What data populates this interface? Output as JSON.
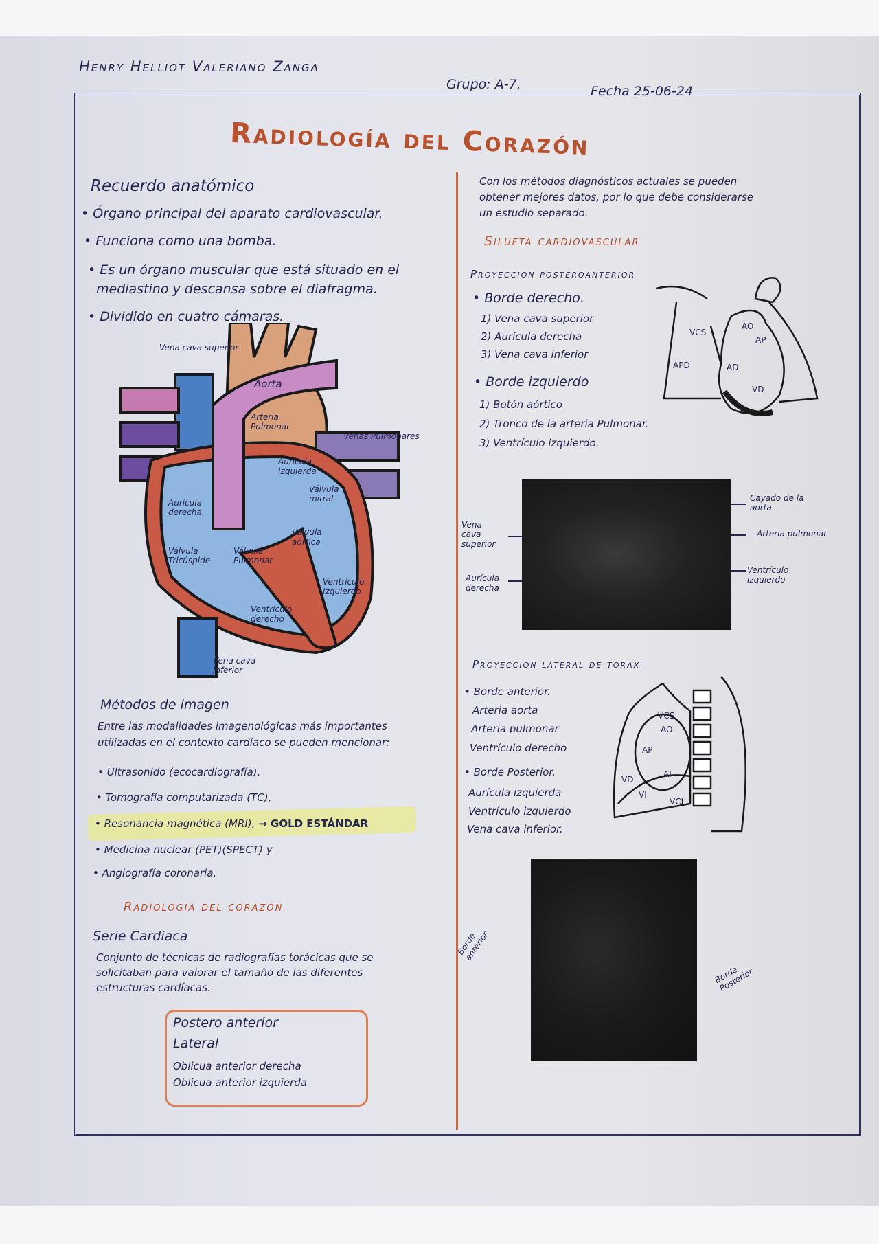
{
  "header": {
    "name": "Henry Helliot Valeriano Zanga",
    "group": "Grupo: A-7.",
    "date": "Fecha 25-06-24"
  },
  "title": "Radiología del Corazón",
  "left": {
    "recuerdo": {
      "heading": "Recuerdo anatómico",
      "items": [
        "Órgano principal del aparato cardiovascular.",
        "Funciona como una bomba.",
        "Es un órgano muscular que está situado en el",
        "mediastino y descansa sobre el diafragma.",
        "Dividido en cuatro cámaras."
      ]
    },
    "heart_labels": {
      "vcs": "Vena cava superior",
      "aorta": "Aorta",
      "arteria_pulmonar": "Arteria Pulmonar",
      "venas_pulmonares": "Venas Pulmonares",
      "auricula_izq": "Aurícula Izquierda",
      "valvula_mitral": "Válvula mitral",
      "auricula_der": "Aurícula derecha.",
      "valvula_aortica": "Válvula aórtica",
      "valvula_tricuspide": "Válvula Tricúspide",
      "valvula_pulmonar": "Válvula Pulmonar",
      "ventriculo_izq": "Ventrículo Izquierdo",
      "ventriculo_der": "Ventrículo derecho",
      "vci": "Vena cava inferior"
    },
    "metodos": {
      "heading": "Métodos de imagen",
      "intro": [
        "Entre las modalidades imagenológicas más importantes",
        "utilizadas en el contexto cardíaco se pueden mencionar:"
      ],
      "items": [
        "Ultrasonido (ecocardiografía),",
        "Tomografía computarizada (TC),",
        "Resonancia magnética (MRI),",
        "Medicina nuclear (PET)(SPECT) y",
        "Angiografía coronaria."
      ],
      "gold": "→ GOLD ESTÁNDAR"
    },
    "subtitle": "Radiología del corazón",
    "serie": {
      "heading": "Serie Cardiaca",
      "text": [
        "Conjunto de técnicas de radiografías torácicas que se",
        "solicitaban para valorar el tamaño de las diferentes",
        "estructuras cardíacas."
      ],
      "box": [
        "Postero anterior",
        "Lateral",
        "Oblicua anterior derecha",
        "Oblicua anterior izquierda"
      ]
    }
  },
  "right": {
    "intro": [
      "Con los métodos diagnósticos actuales se pueden",
      "obtener mejores datos, por lo que debe considerarse",
      "un estudio separado."
    ],
    "silueta": "Silueta cardiovascular",
    "pa": {
      "heading": "Proyección posteroanterior",
      "borde_der": "Borde derecho.",
      "der_items": [
        "1) Vena cava superior",
        "2) Aurícula derecha",
        "3) Vena cava inferior"
      ],
      "borde_izq": "Borde izquierdo",
      "izq_items": [
        "1) Botón aórtico",
        "2) Tronco de la arteria Pulmonar.",
        "3) Ventrículo izquierdo."
      ],
      "diagram_labels": {
        "vcs": "VCS",
        "ao": "AO",
        "ap": "AP",
        "apd": "APD",
        "ad": "AD",
        "vd": "VD"
      },
      "xray_labels": {
        "vcs": "Vena cava superior",
        "ad": "Aurícula derecha",
        "cayado": "Cayado de la aorta",
        "ap": "Arteria pulmonar",
        "vi": "Ventrículo izquierdo"
      }
    },
    "lateral": {
      "heading": "Proyección lateral de tórax",
      "borde_ant": "Borde anterior.",
      "ant_items": [
        "Arteria aorta",
        "Arteria pulmonar",
        "Ventrículo derecho"
      ],
      "borde_post": "Borde Posterior.",
      "post_items": [
        "Aurícula izquierda",
        "Ventrículo izquierdo",
        "Vena cava inferior."
      ],
      "diagram_labels": {
        "vcs": "VCS",
        "ao": "AO",
        "ap": "AP",
        "vd": "VD",
        "vi": "VI",
        "ai": "AI",
        "vci": "VCI"
      },
      "xray_labels": {
        "ant": "Borde anterior",
        "post": "Borde Posterior"
      }
    }
  },
  "colors": {
    "ink": "#262650",
    "accent": "#b8512c",
    "highlight": "#e8ea8c"
  }
}
